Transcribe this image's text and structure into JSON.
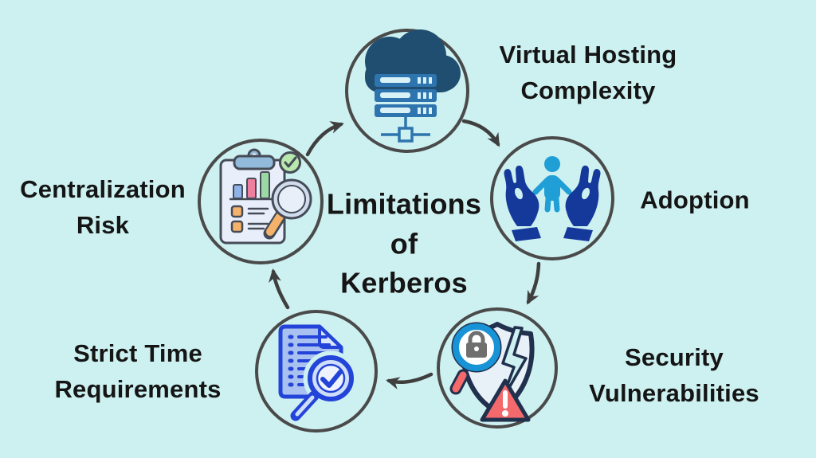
{
  "diagram": {
    "title": "Limitations of Kerberos",
    "center_label": "Limitations\nof\nKerberos",
    "nodes": [
      {
        "position": "top",
        "label": "Virtual Hosting\nComplexity",
        "icon": "cloud-server-icon"
      },
      {
        "position": "right",
        "label": "Adoption",
        "icon": "adoption-hands-child-icon"
      },
      {
        "position": "bottom-right",
        "label": "Security\nVulnerabilities",
        "icon": "broken-shield-lock-magnifier-alert-icon"
      },
      {
        "position": "bottom-left",
        "label": "Strict Time\nRequirements",
        "icon": "document-check-magnifier-icon"
      },
      {
        "position": "left",
        "label": "Centralization\nRisk",
        "icon": "clipboard-chart-magnifier-icon"
      }
    ],
    "flow": [
      "centralization -> virtual-hosting",
      "virtual-hosting -> adoption",
      "adoption -> security",
      "security -> strict-time",
      "strict-time -> centralization"
    ]
  },
  "colors": {
    "background": "#cdf0f0",
    "text": "#151515",
    "circle_stroke": "#4a4a4a",
    "arrow": "#3f3f3f",
    "cloud_navy": "#204e70",
    "server_blue": "#2e74ae",
    "server_light": "#d8f2f7",
    "hand_blue": "#14399b",
    "child_blue": "#1f9fd6",
    "shield_outline": "#20304d",
    "shield_fill": "#e9f1f8",
    "magnifier_blue": "#1793d6",
    "lock_gray": "#6f6f6f",
    "alert_red": "#f4696b",
    "doc_outline": "#2344d8",
    "doc_fill": "#a9c1f0",
    "clipboard_fill": "#e9effa",
    "clipboard_outline": "#454b57",
    "clip_blue": "#92bada",
    "bar_blue": "#8fb3e8",
    "bar_pink": "#ee7f9e",
    "bar_green": "#9bd8a6",
    "accent_orange": "#f5b26b",
    "badge_green": "#b9e8ae"
  }
}
